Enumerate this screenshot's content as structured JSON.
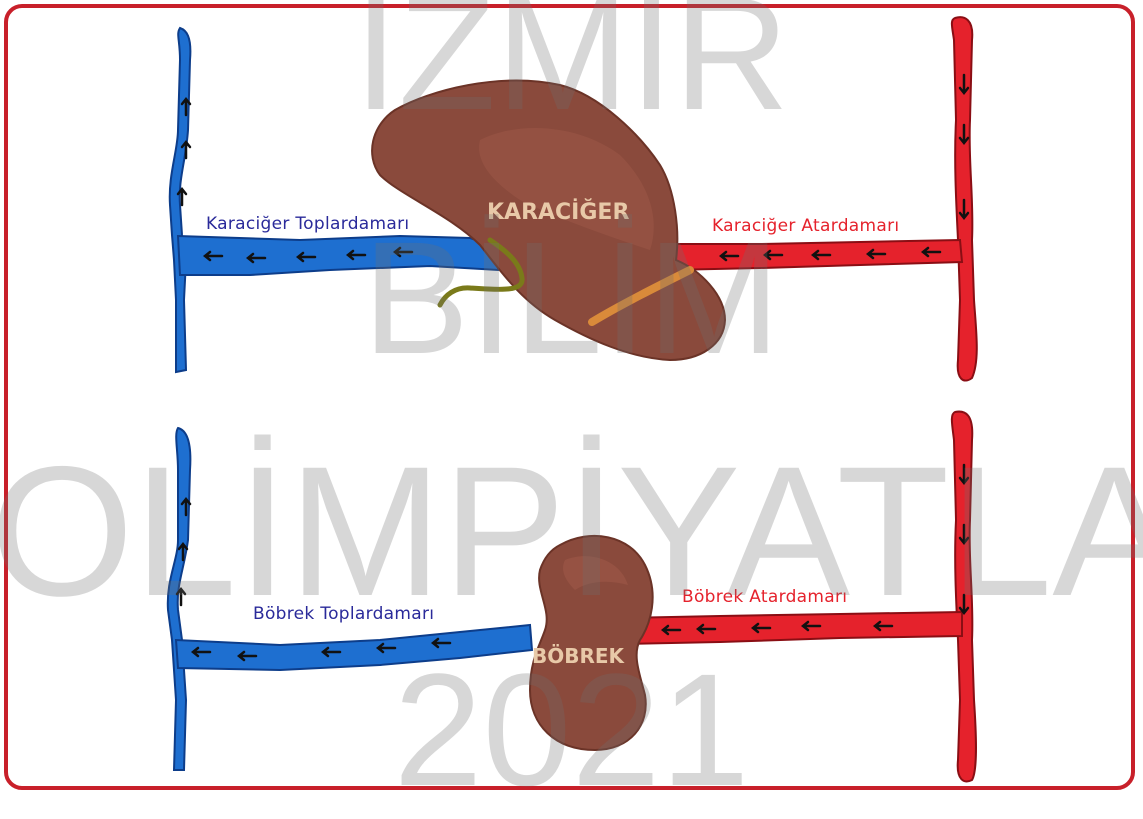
{
  "labels": {
    "liver_vein": "Karaciğer Toplardamarı",
    "liver_artery": "Karaciğer Atardamarı",
    "liver": "KARACİĞER",
    "kidney_vein": "Böbrek Toplardamarı",
    "kidney_artery": "Böbrek Atardamarı",
    "kidney": "BÖBREK"
  },
  "watermark": {
    "line1": "İZMİR",
    "line2": "BİLİM",
    "line3": "OLİMPİYATLARI",
    "line4": "2021"
  },
  "colors": {
    "vein": "#1e6fd0",
    "vein_text": "#2a2a9a",
    "artery": "#e5222c",
    "artery_text": "#e5222c",
    "organ": "#8a4a3c",
    "frame": "#c8202a"
  }
}
